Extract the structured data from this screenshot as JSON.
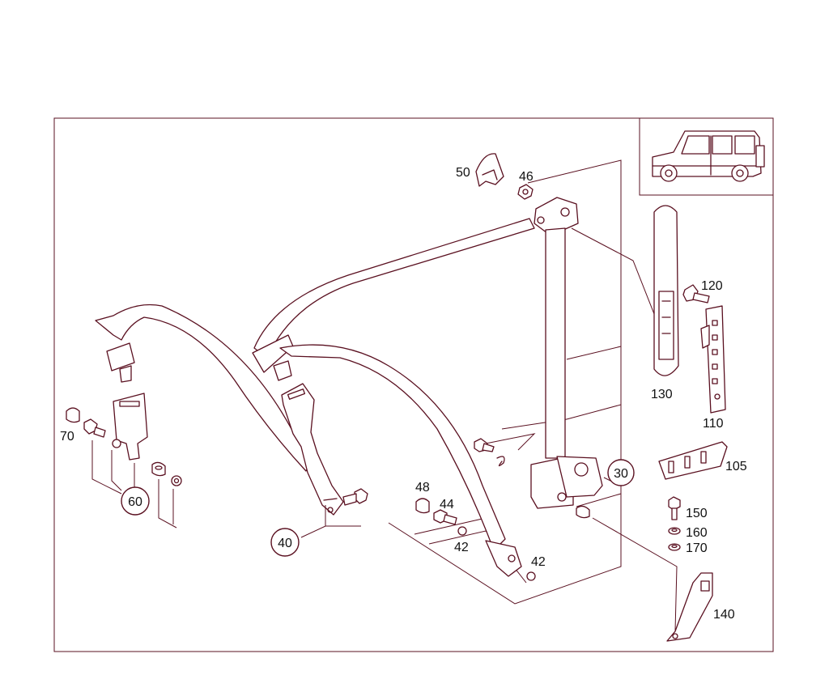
{
  "diagram": {
    "callouts": {
      "p30": "30",
      "p40": "40",
      "p60": "60"
    },
    "labels": {
      "p42a": "42",
      "p42b": "42",
      "p44": "44",
      "p46": "46",
      "p48": "48",
      "p50": "50",
      "p70": "70",
      "p105": "105",
      "p110": "110",
      "p120": "120",
      "p130": "130",
      "p140": "140",
      "p150": "150",
      "p160": "160",
      "p170": "170"
    },
    "colors": {
      "line": "#5a1020",
      "text": "#111111",
      "background": "#ffffff"
    }
  }
}
